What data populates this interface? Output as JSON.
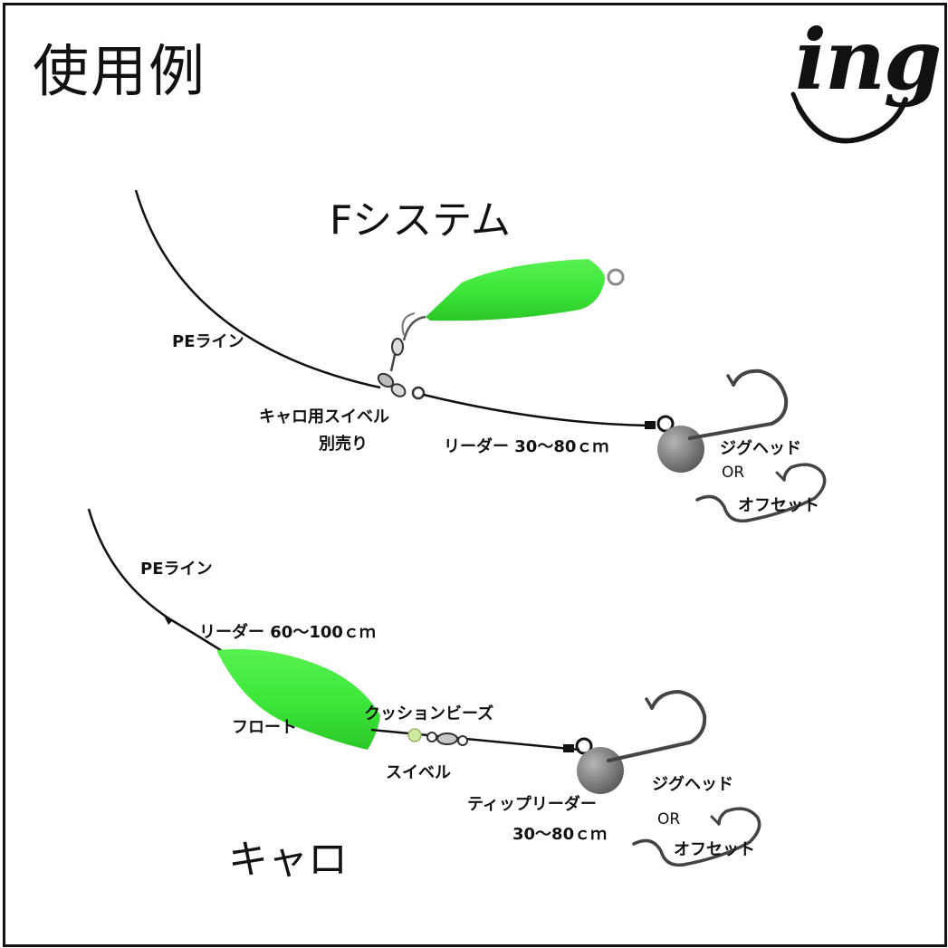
{
  "header": {
    "title": "使用例",
    "logo": "ing"
  },
  "colors": {
    "float": "#3ee83a",
    "float_dark": "#2cc82a",
    "line": "#111111",
    "sinker": "#8a8a8a",
    "bead": "#cfeaa0"
  },
  "f_system": {
    "title": "Fシステム",
    "pe_line": "PEライン",
    "swivel": "キャロ用スイベル",
    "swivel_note": "別売り",
    "leader": "リーダー 30〜80ｃｍ",
    "jighead": "ジグヘッド",
    "or": "OR",
    "offset": "オフセット"
  },
  "carolina": {
    "title": "キャロ",
    "pe_line": "PEライン",
    "leader": "リーダー 60〜100ｃｍ",
    "float": "フロート",
    "beads": "クッションビーズ",
    "swivel": "スイベル",
    "tip_leader": "ティップリーダー",
    "tip_length": "30〜80ｃｍ",
    "jighead": "ジグヘッド",
    "or": "OR",
    "offset": "オフセット"
  }
}
